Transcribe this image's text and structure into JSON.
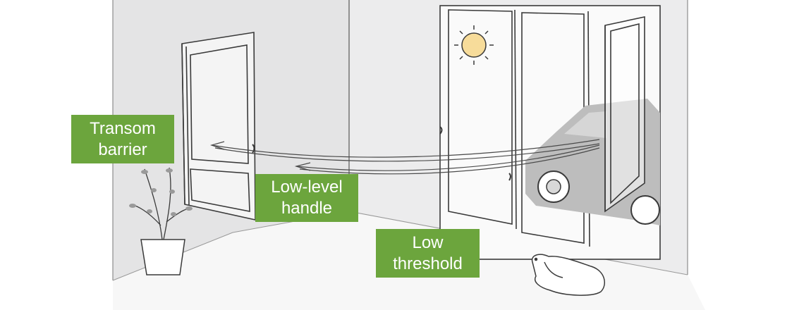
{
  "colors": {
    "label_bg": "#6ca53d",
    "label_text": "#ffffff",
    "wall": "#e9e9ea",
    "wall_side": "#dcdcdd",
    "floor": "#f6f6f6",
    "line": "#3a3a3a",
    "car": "#bfbfbf",
    "sun": "#f7dc9a"
  },
  "labels": {
    "transom": {
      "line1": "Transom",
      "line2": "barrier"
    },
    "handle": {
      "line1": "Low-level",
      "line2": "handle"
    },
    "threshold": {
      "line1": "Low",
      "line2": "threshold"
    }
  },
  "icons": [
    "sun-icon",
    "car-icon",
    "plant-icon",
    "dog-icon",
    "airflow-arrow-icon"
  ]
}
